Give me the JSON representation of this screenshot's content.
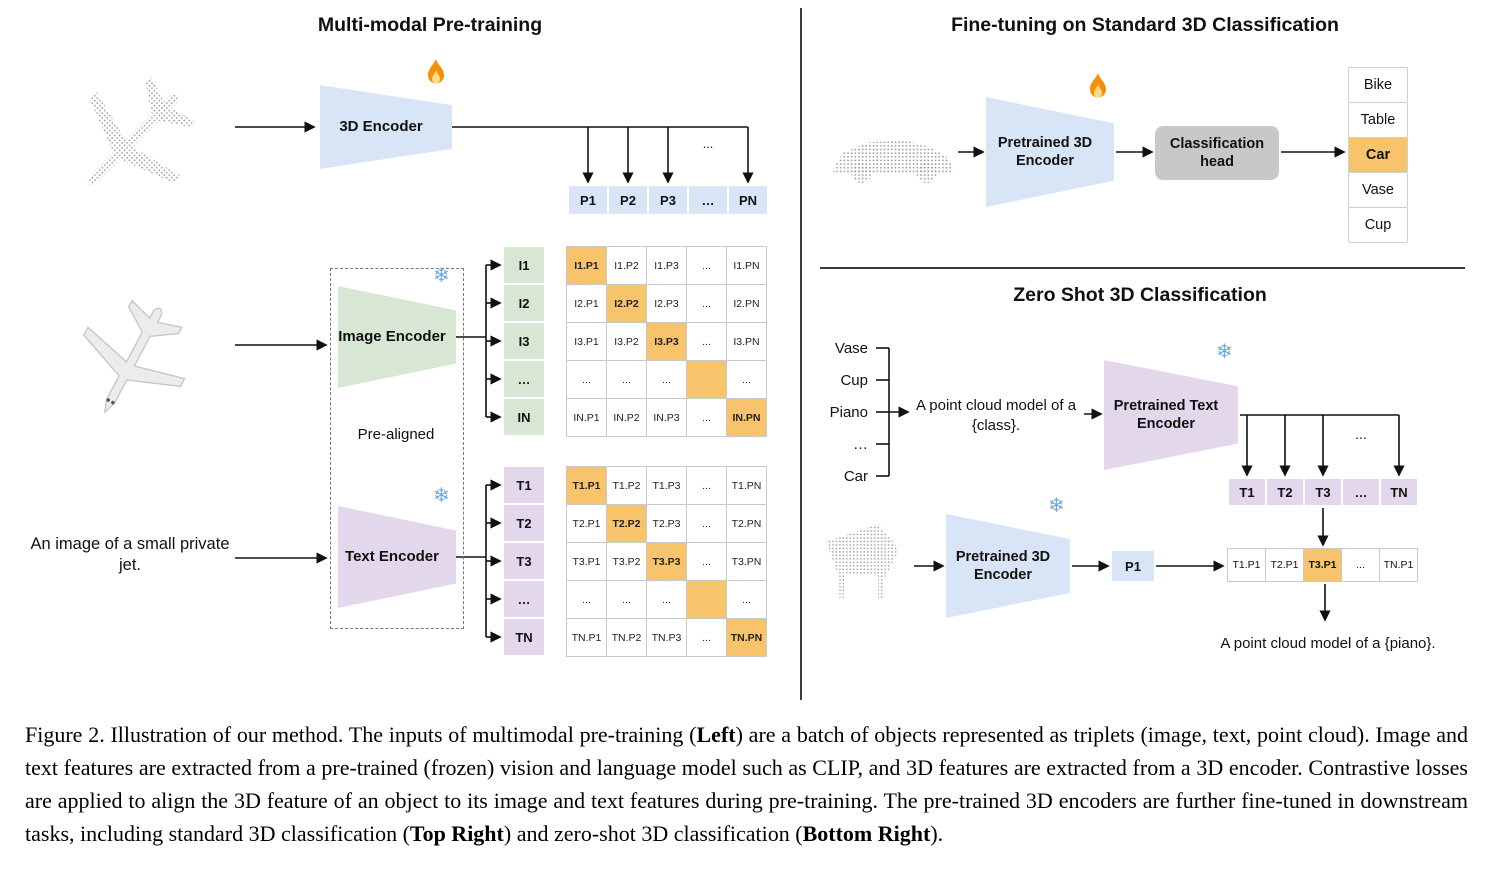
{
  "colors": {
    "highlight": "#F8C46B",
    "blue": "#D8E5F7",
    "green": "#D7E7D4",
    "purple": "#E3D7EB",
    "gray": "#C8C8C8",
    "border": "#C9C9C9"
  },
  "icons": {
    "fire_icon": "🔥",
    "snowflake_icon": "❄"
  },
  "pretrain": {
    "title": "Multi-modal Pre-training",
    "encoder3d_label": "3D Encoder",
    "image_encoder_label": "Image Encoder",
    "text_encoder_label": "Text Encoder",
    "pre_aligned_label": "Pre-aligned",
    "input_text": "An image of a small private jet.",
    "ellipsis": "...",
    "p_row": [
      "P1",
      "P2",
      "P3",
      "…",
      "PN"
    ],
    "i_col": [
      "I1",
      "I2",
      "I3",
      "…",
      "IN"
    ],
    "t_col": [
      "T1",
      "T2",
      "T3",
      "…",
      "TN"
    ],
    "i_matrix": [
      [
        "I1.P1",
        "I1.P2",
        "I1.P3",
        "...",
        "I1.PN"
      ],
      [
        "I2.P1",
        "I2.P2",
        "I2.P3",
        "...",
        "I2.PN"
      ],
      [
        "I3.P1",
        "I3.P2",
        "I3.P3",
        "...",
        "I3.PN"
      ],
      [
        "...",
        "...",
        "...",
        "",
        "..."
      ],
      [
        "IN.P1",
        "IN.P2",
        "IN.P3",
        "...",
        "IN.PN"
      ]
    ],
    "t_matrix": [
      [
        "T1.P1",
        "T1.P2",
        "T1.P3",
        "...",
        "T1.PN"
      ],
      [
        "T2.P1",
        "T2.P2",
        "T2.P3",
        "...",
        "T2.PN"
      ],
      [
        "T3.P1",
        "T3.P2",
        "T3.P3",
        "...",
        "T3.PN"
      ],
      [
        "...",
        "...",
        "...",
        "",
        "..."
      ],
      [
        "TN.P1",
        "TN.P2",
        "TN.P3",
        "...",
        "TN.PN"
      ]
    ]
  },
  "finetune": {
    "title": "Fine-tuning on Standard 3D Classification",
    "encoder_label": "Pretrained 3D Encoder",
    "head_label": "Classification head",
    "classes": [
      "Bike",
      "Table",
      "Car",
      "Vase",
      "Cup"
    ],
    "highlighted_class": "Car"
  },
  "zeroshot": {
    "title": "Zero Shot 3D Classification",
    "class_list": [
      "Vase",
      "Cup",
      "Piano",
      "…",
      "Car"
    ],
    "prompt_text": "A point cloud model of a {class}.",
    "text_encoder_label": "Pretrained Text Encoder",
    "encoder3d_label": "Pretrained 3D Encoder",
    "t_row": [
      "T1",
      "T2",
      "T3",
      "…",
      "TN"
    ],
    "ellipsis": "...",
    "p1_label": "P1",
    "result_row": [
      "T1.P1",
      "T2.P1",
      "T3.P1",
      "...",
      "TN.P1"
    ],
    "highlighted_result": "T3.P1",
    "output_text": "A point cloud model of a {piano}."
  },
  "caption": {
    "p1": "Figure 2. Illustration of our method. The inputs of multimodal pre-training (",
    "b1": "Left",
    "p2": ") are a batch of objects represented as triplets (image, text, point cloud). Image and text features are extracted from a pre-trained (frozen) vision and language model such as CLIP, and 3D features are extracted from a 3D encoder. Contrastive losses are applied to align the 3D feature of an object to its image and text features during pre-training. The pre-trained 3D encoders are further fine-tuned in downstream tasks, including standard 3D classification (",
    "b2": "Top Right",
    "p3": ") and zero-shot 3D classification (",
    "b3": "Bottom Right",
    "p4": ")."
  }
}
